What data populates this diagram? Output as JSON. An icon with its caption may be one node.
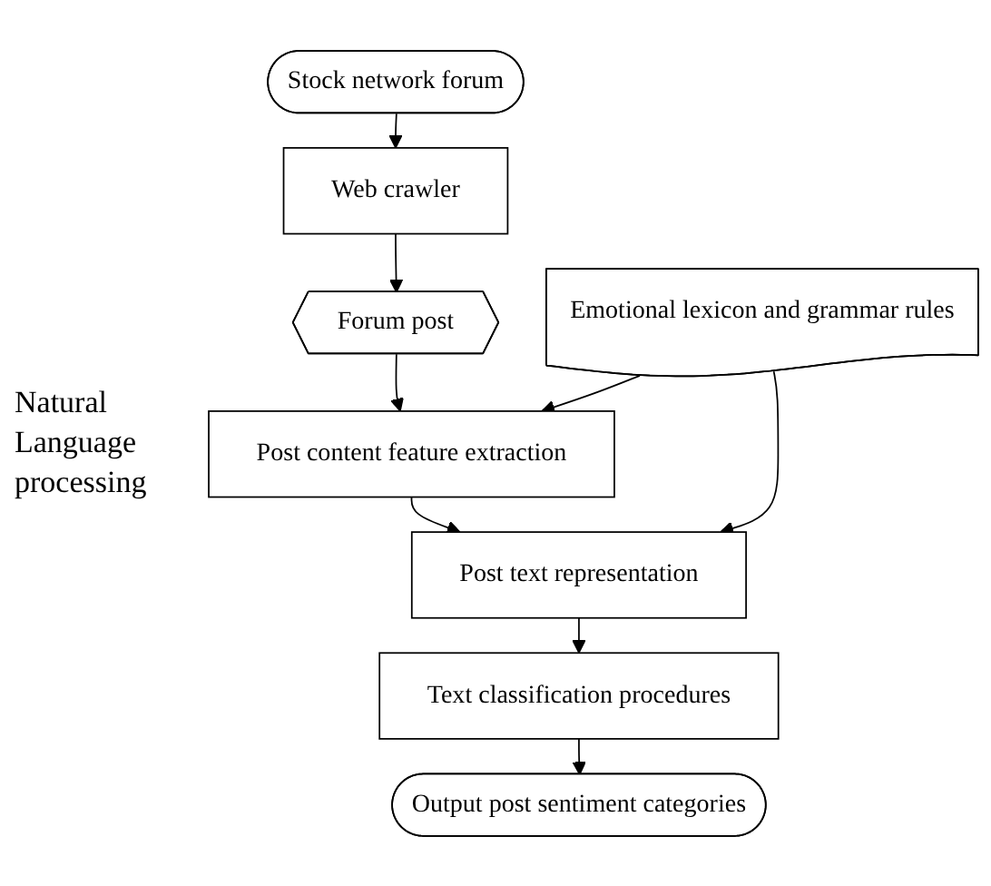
{
  "diagram": {
    "nodes": [
      {
        "text": [
          "Stock network forum"
        ]
      },
      {
        "text": [
          "Web crawler"
        ]
      },
      {
        "text": [
          "Forum post"
        ]
      },
      {
        "text": [
          "Emotional lexicon and grammar rules"
        ]
      },
      {
        "text": [
          "Post content feature extraction"
        ]
      },
      {
        "text": [
          "Post text representation"
        ]
      },
      {
        "text": [
          "Text classification procedures"
        ]
      },
      {
        "text": [
          "Output post sentiment categories"
        ]
      }
    ],
    "edges": [
      {
        "from": 0,
        "to": 1,
        "arrow": "to"
      },
      {
        "from": 1,
        "to": 2,
        "arrow": "to"
      },
      {
        "from": 2,
        "to": 4,
        "arrow": "to"
      },
      {
        "from": 4,
        "to": 5,
        "arrow": "to"
      },
      {
        "from": 5,
        "to": 6,
        "arrow": "to"
      },
      {
        "from": 6,
        "to": 7,
        "arrow": "to"
      },
      {
        "from": 3,
        "to": 4,
        "arrow": "to"
      },
      {
        "from": 3,
        "to": 5,
        "arrow": "to"
      }
    ],
    "labels": [
      "Natural Language processing"
    ]
  }
}
